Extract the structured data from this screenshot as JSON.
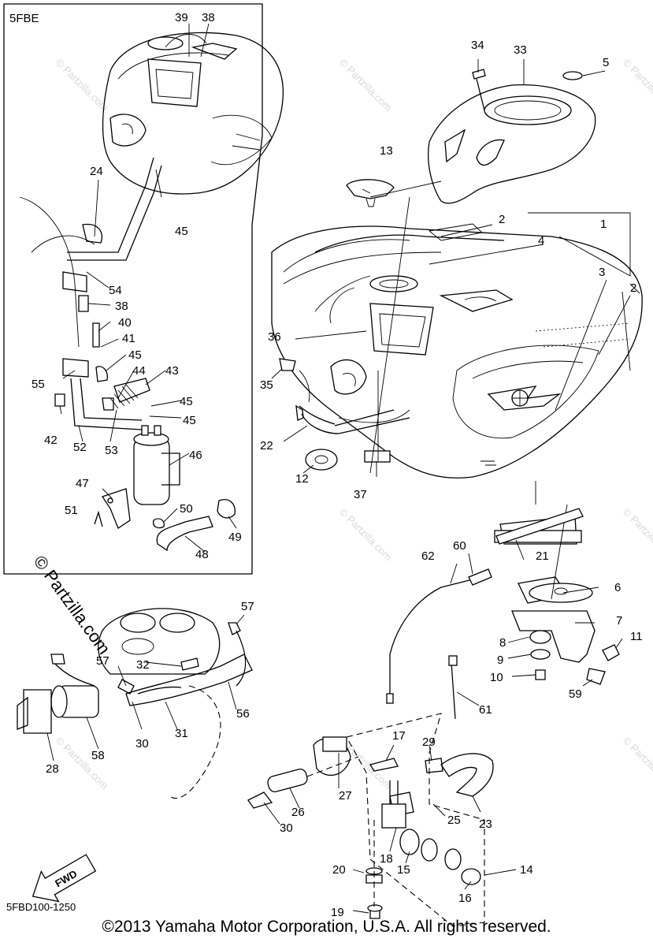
{
  "inset": {
    "label": "5FBE"
  },
  "diagram_code": "5FBD100-1250",
  "fwd_label": "FWD",
  "copyright": "©2013 Yamaha Motor Corporation, U.S.A. All rights reserved.",
  "brand": "© Partzilla.com",
  "watermark": "© Partzilla.com",
  "callouts": {
    "c1": "1",
    "c2a": "2",
    "c2b": "2",
    "c3": "3",
    "c4": "4",
    "c5": "5",
    "c6": "6",
    "c7": "7",
    "c8": "8",
    "c9": "9",
    "c10": "10",
    "c11": "11",
    "c12": "12",
    "c13": "13",
    "c14": "14",
    "c15": "15",
    "c16": "16",
    "c17": "17",
    "c18": "18",
    "c19": "19",
    "c20": "20",
    "c21": "21",
    "c22": "22",
    "c23": "23",
    "c24": "24",
    "c25": "25",
    "c26": "26",
    "c27": "27",
    "c28": "28",
    "c29": "29",
    "c30a": "30",
    "c30b": "30",
    "c31": "31",
    "c32": "32",
    "c33": "33",
    "c34": "34",
    "c35": "35",
    "c36": "36",
    "c37": "37",
    "c38a": "38",
    "c38b": "38",
    "c39": "39",
    "c40": "40",
    "c41": "41",
    "c42": "42",
    "c43": "43",
    "c44": "44",
    "c45a": "45",
    "c45b": "45",
    "c45c": "45",
    "c45d": "45",
    "c46": "46",
    "c47": "47",
    "c48": "48",
    "c49": "49",
    "c50": "50",
    "c51": "51",
    "c52": "52",
    "c53": "53",
    "c54": "54",
    "c55": "55",
    "c56": "56",
    "c57a": "57",
    "c57b": "57",
    "c58": "58",
    "c59": "59",
    "c60": "60",
    "c61": "61",
    "c62": "62"
  }
}
